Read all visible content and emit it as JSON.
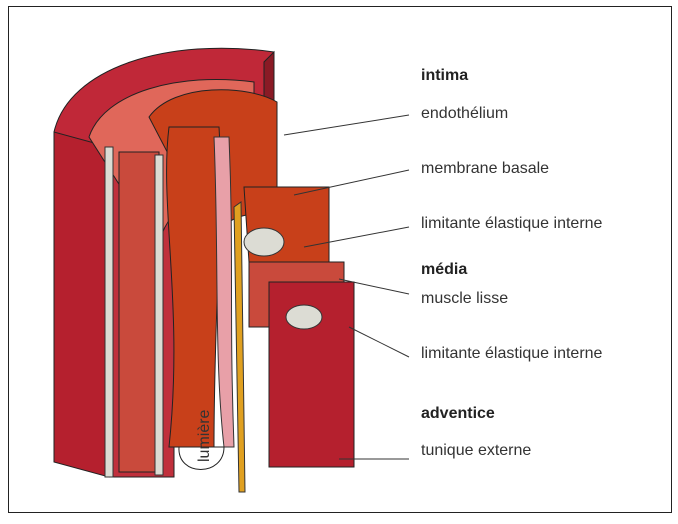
{
  "diagram": {
    "sections": [
      {
        "heading": "intima",
        "labels": [
          "endothélium",
          "membrane basale",
          "limitante élastique interne"
        ]
      },
      {
        "heading": "média",
        "labels": [
          "muscle lisse",
          "limitante élastique interne"
        ]
      },
      {
        "heading": "adventice",
        "labels": [
          "tunique externe"
        ]
      }
    ],
    "lumen_label": "lumière",
    "colors": {
      "adventitia": "#b5202e",
      "adventitia_dark": "#7a1520",
      "media": "#c94a3c",
      "media_top": "#e0675a",
      "intima": "#c8401a",
      "elastic": "#dcdcd4",
      "basal": "#e0a020",
      "lumen_edge": "#e8a0a8"
    }
  }
}
